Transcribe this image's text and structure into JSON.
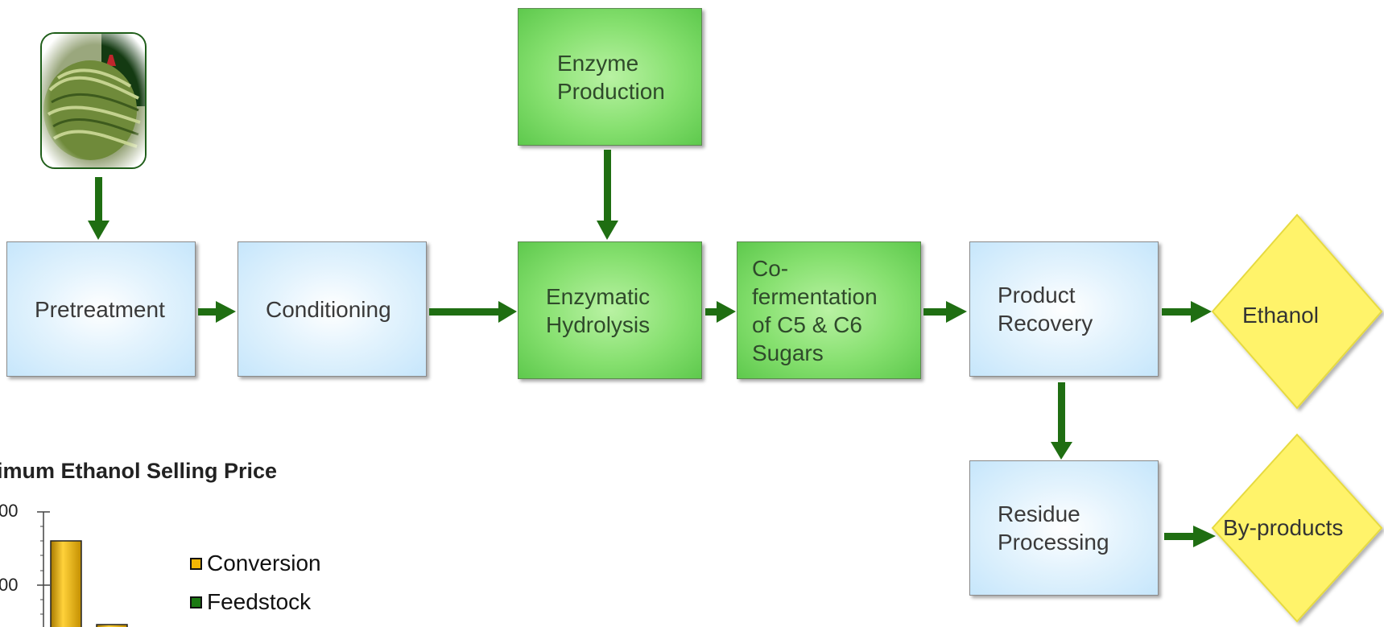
{
  "process": {
    "pretreatment": "Pretreatment",
    "conditioning": "Conditioning",
    "enzyme_production": "Enzyme\nProduction",
    "enzymatic_hydrolysis": "Enzymatic\nHydrolysis",
    "cofermentation": "Co-\nfermentation\nof C5 & C6\nSugars",
    "product_recovery": "Product\nRecovery",
    "residue_processing": "Residue\nProcessing",
    "ethanol": "Ethanol",
    "byproducts": "By-products"
  },
  "photo": {
    "icon": "hay-bale-photo"
  },
  "chart": {
    "title": "imum Ethanol Selling Price",
    "tick_top": "00",
    "tick_mid": "00",
    "legend": [
      "Conversion",
      "Feedstock"
    ],
    "colors": {
      "conversion": "#f2b705",
      "feedstock": "#1b7a12"
    }
  },
  "colors": {
    "arrow": "#1f6e12",
    "diamond_fill": "#fff36a",
    "diamond_stroke": "#e6da40"
  }
}
